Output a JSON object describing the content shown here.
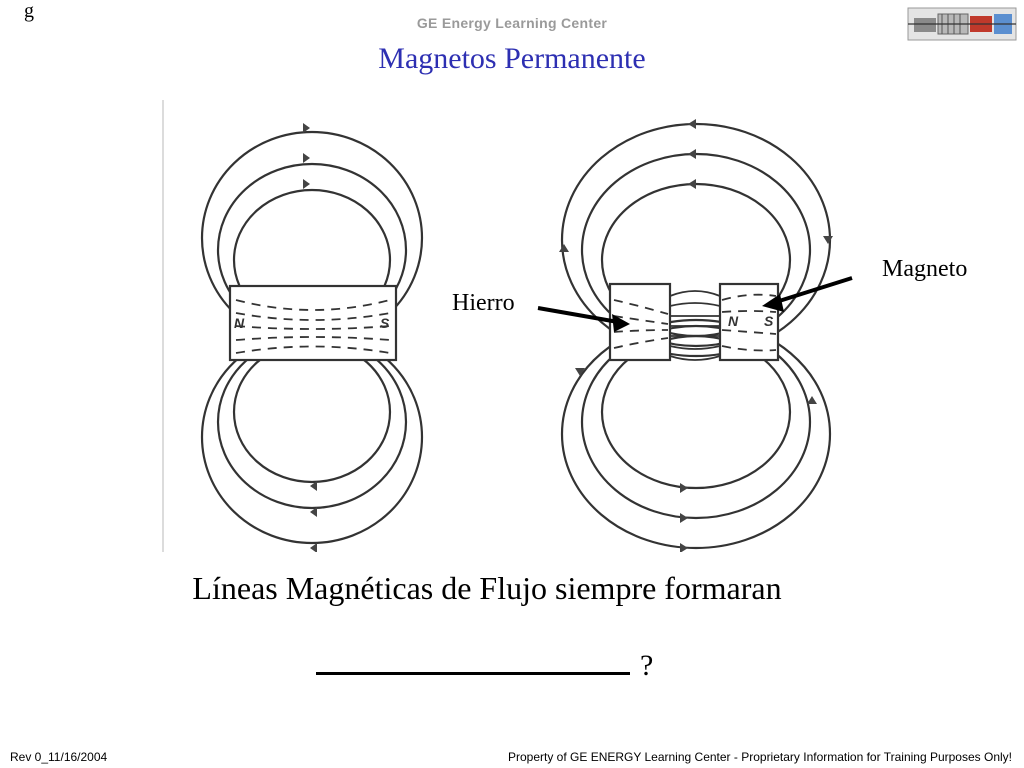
{
  "corner_mark": "g",
  "header": {
    "org": "GE Energy Learning Center",
    "title": "Magnetos Permanente"
  },
  "diagram": {
    "labels": {
      "magneto": "Magneto",
      "hierro": "Hierro"
    },
    "left_magnet": {
      "n": "N",
      "s": "S"
    },
    "right_magnet": {
      "n": "N",
      "s": "S"
    }
  },
  "body": {
    "statement": "Líneas Magnéticas de Flujo siempre formaran",
    "question_mark": "?"
  },
  "footer": {
    "left": "Rev 0_11/16/2004",
    "right": "Property of GE ENERGY Learning Center - Proprietary Information for Training Purposes Only!"
  },
  "colors": {
    "title": "#2d2fb2",
    "header": "#9a9a9a"
  }
}
